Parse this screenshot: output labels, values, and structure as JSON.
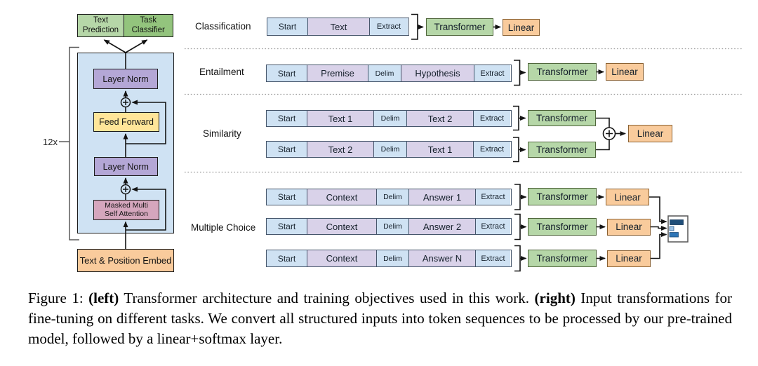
{
  "architecture": {
    "repeat_label": "12x",
    "text_prediction": "Text Prediction",
    "task_classifier": "Task Classifier",
    "layer_norm_top": "Layer Norm",
    "feed_forward": "Feed Forward",
    "layer_norm_bottom": "Layer Norm",
    "masked_attention_line1": "Masked Multi",
    "masked_attention_line2": "Self Attention",
    "embed": "Text & Position Embed"
  },
  "tasks": {
    "groups": [
      {
        "label": "Classification",
        "rows": [
          {
            "cells": [
              {
                "label": "Start"
              },
              {
                "label": "Text"
              },
              {
                "label": "Extract"
              }
            ],
            "transformer": "Transformer",
            "linear": "Linear"
          }
        ]
      },
      {
        "label": "Entailment",
        "rows": [
          {
            "cells": [
              {
                "label": "Start"
              },
              {
                "label": "Premise"
              },
              {
                "label": "Delim"
              },
              {
                "label": "Hypothesis"
              },
              {
                "label": "Extract"
              }
            ],
            "transformer": "Transformer",
            "linear": "Linear"
          }
        ]
      },
      {
        "label": "Similarity",
        "linear": "Linear",
        "rows": [
          {
            "cells": [
              {
                "label": "Start"
              },
              {
                "label": "Text 1"
              },
              {
                "label": "Delim"
              },
              {
                "label": "Text 2"
              },
              {
                "label": "Extract"
              }
            ],
            "transformer": "Transformer"
          },
          {
            "cells": [
              {
                "label": "Start"
              },
              {
                "label": "Text 2"
              },
              {
                "label": "Delim"
              },
              {
                "label": "Text 1"
              },
              {
                "label": "Extract"
              }
            ],
            "transformer": "Transformer"
          }
        ]
      },
      {
        "label": "Multiple Choice",
        "rows": [
          {
            "cells": [
              {
                "label": "Start"
              },
              {
                "label": "Context"
              },
              {
                "label": "Delim"
              },
              {
                "label": "Answer 1"
              },
              {
                "label": "Extract"
              }
            ],
            "transformer": "Transformer",
            "linear": "Linear"
          },
          {
            "cells": [
              {
                "label": "Start"
              },
              {
                "label": "Context"
              },
              {
                "label": "Delim"
              },
              {
                "label": "Answer 2"
              },
              {
                "label": "Extract"
              }
            ],
            "transformer": "Transformer",
            "linear": "Linear"
          },
          {
            "cells": [
              {
                "label": "Start"
              },
              {
                "label": "Context"
              },
              {
                "label": "Delim"
              },
              {
                "label": "Answer N"
              },
              {
                "label": "Extract"
              }
            ],
            "transformer": "Transformer",
            "linear": "Linear"
          }
        ]
      }
    ]
  },
  "caption": {
    "figure_label": "Figure 1: ",
    "left_tag": "(left)",
    "left_body": " Transformer architecture and training objectives used in this work. ",
    "right_tag": "(right)",
    "right_body": " Input transformations for fine-tuning on different tasks. We convert all structured inputs into token sequences to be processed by our pre-trained model, followed by a linear+softmax layer."
  },
  "colors": {
    "token_blue": "#cfe2f3",
    "token_purple": "#d9d2e9",
    "transformer_green": "#b6d7a8",
    "linear_orange": "#f9cb9c",
    "prediction_green_light": "#b6d7a8",
    "classifier_green": "#93c47d",
    "layer_norm_purple": "#b4a7d6",
    "feed_forward_yellow": "#ffe599",
    "attention_pink": "#d5a6bd",
    "embed_orange": "#f9cb9c",
    "container_blue": "#cfe2f3",
    "softmax_bar_dark": "#1f4e79",
    "softmax_bar_mid": "#2e75b6",
    "softmax_bar_light": "#9fc5e8"
  }
}
